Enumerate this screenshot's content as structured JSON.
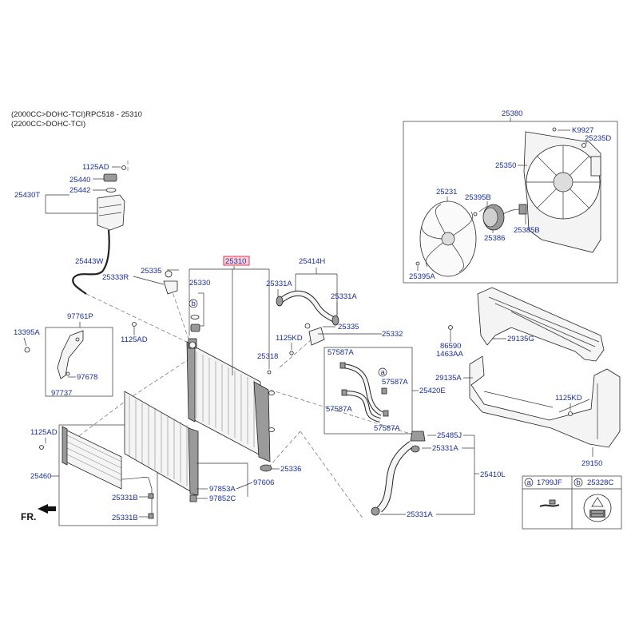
{
  "header": {
    "line1": "(2000CC>DOHC-TCI)",
    "line1_overlap": "(2000CC>DOHC-TCI)RPC518 - 25310",
    "line2": "(2200CC>DOHC-TCI)"
  },
  "direction_label": "FR.",
  "highlight_color": "#e8334a",
  "label_color": "#1a2fa0",
  "labels": {
    "p25380": "25380",
    "pK9927": "K9927",
    "p25235D": "25235D",
    "p25350": "25350",
    "p25231": "25231",
    "p25395B": "25395B",
    "p25385B": "25385B",
    "p25386": "25386",
    "p25395A": "25395A",
    "p1125AD_top": "1125AD",
    "p25440": "25440",
    "p25442": "25442",
    "p25430T": "25430T",
    "p25443W": "25443W",
    "p25310": "25310",
    "p25414H": "25414H",
    "p25335_l": "25335",
    "p25333R": "25333R",
    "p25330": "25330",
    "p25331A_1": "25331A",
    "p25331A_2": "25331A",
    "p25335_r": "25335",
    "p25332": "25332",
    "p1125KD_c": "1125KD",
    "p25318": "25318",
    "p97761P": "97761P",
    "p13395A": "13395A",
    "p1125AD_m": "1125AD",
    "p97678": "97678",
    "p97737": "97737",
    "p57587A_1": "57587A",
    "p57587A_2": "57587A",
    "p57587A_3": "57587A",
    "p57587A_4": "57587A",
    "p25420E": "25420E",
    "p86590": "86590",
    "p1463AA": "1463AA",
    "p29135G": "29135G",
    "p29135A": "29135A",
    "p1125KD_r": "1125KD",
    "p29150": "29150",
    "p1125AD_l": "1125AD",
    "p25460": "25460",
    "p25331B_1": "25331B",
    "p25331B_2": "25331B",
    "p25336": "25336",
    "p97853A": "97853A",
    "p97852C": "97852C",
    "p97606": "97606",
    "p25485J": "25485J",
    "p25331A_3": "25331A",
    "p25410L": "25410L",
    "p25331A_4": "25331A"
  },
  "callouts": {
    "a_marker": "a",
    "b_marker": "b"
  },
  "legend": {
    "a_key": "a",
    "a_part": "1799JF",
    "b_key": "b",
    "b_part": "25328C"
  }
}
